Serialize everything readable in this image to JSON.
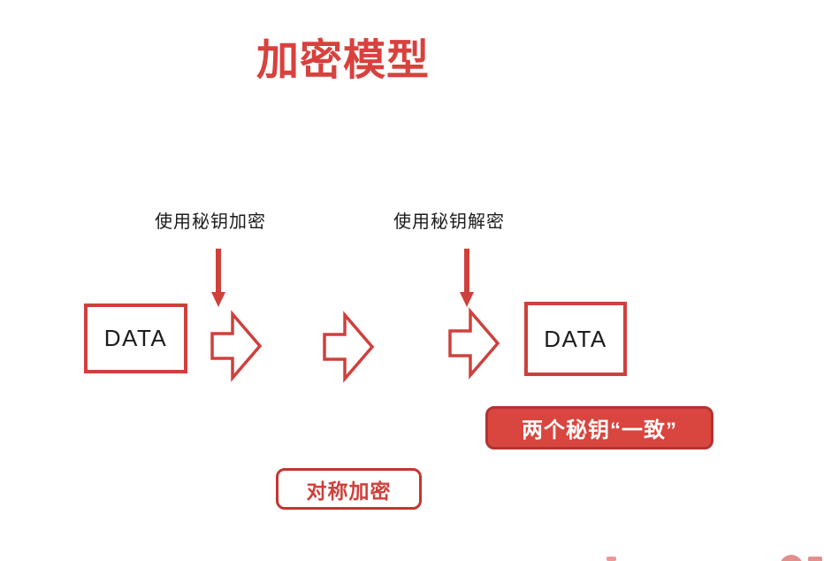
{
  "slide": {
    "title": "加密模型",
    "labels": {
      "encrypt": "使用秘钥加密",
      "decrypt": "使用秘钥解密"
    },
    "data_box_left": "DATA",
    "data_box_right": "DATA",
    "key_badge": "两个秘钥“一致”",
    "symmetric_label": "对称加密"
  },
  "icons": {
    "down_arrow": "↓",
    "block_arrow_right": "⇨"
  },
  "colors": {
    "accent_red": "#cf403c",
    "title_red": "#d8413e",
    "badge_fill": "#d8463f",
    "badge_border": "#b03431",
    "symmetric_border": "#c43531",
    "text_black": "#1c1c1c",
    "watermark_pink": "#e2908d"
  }
}
